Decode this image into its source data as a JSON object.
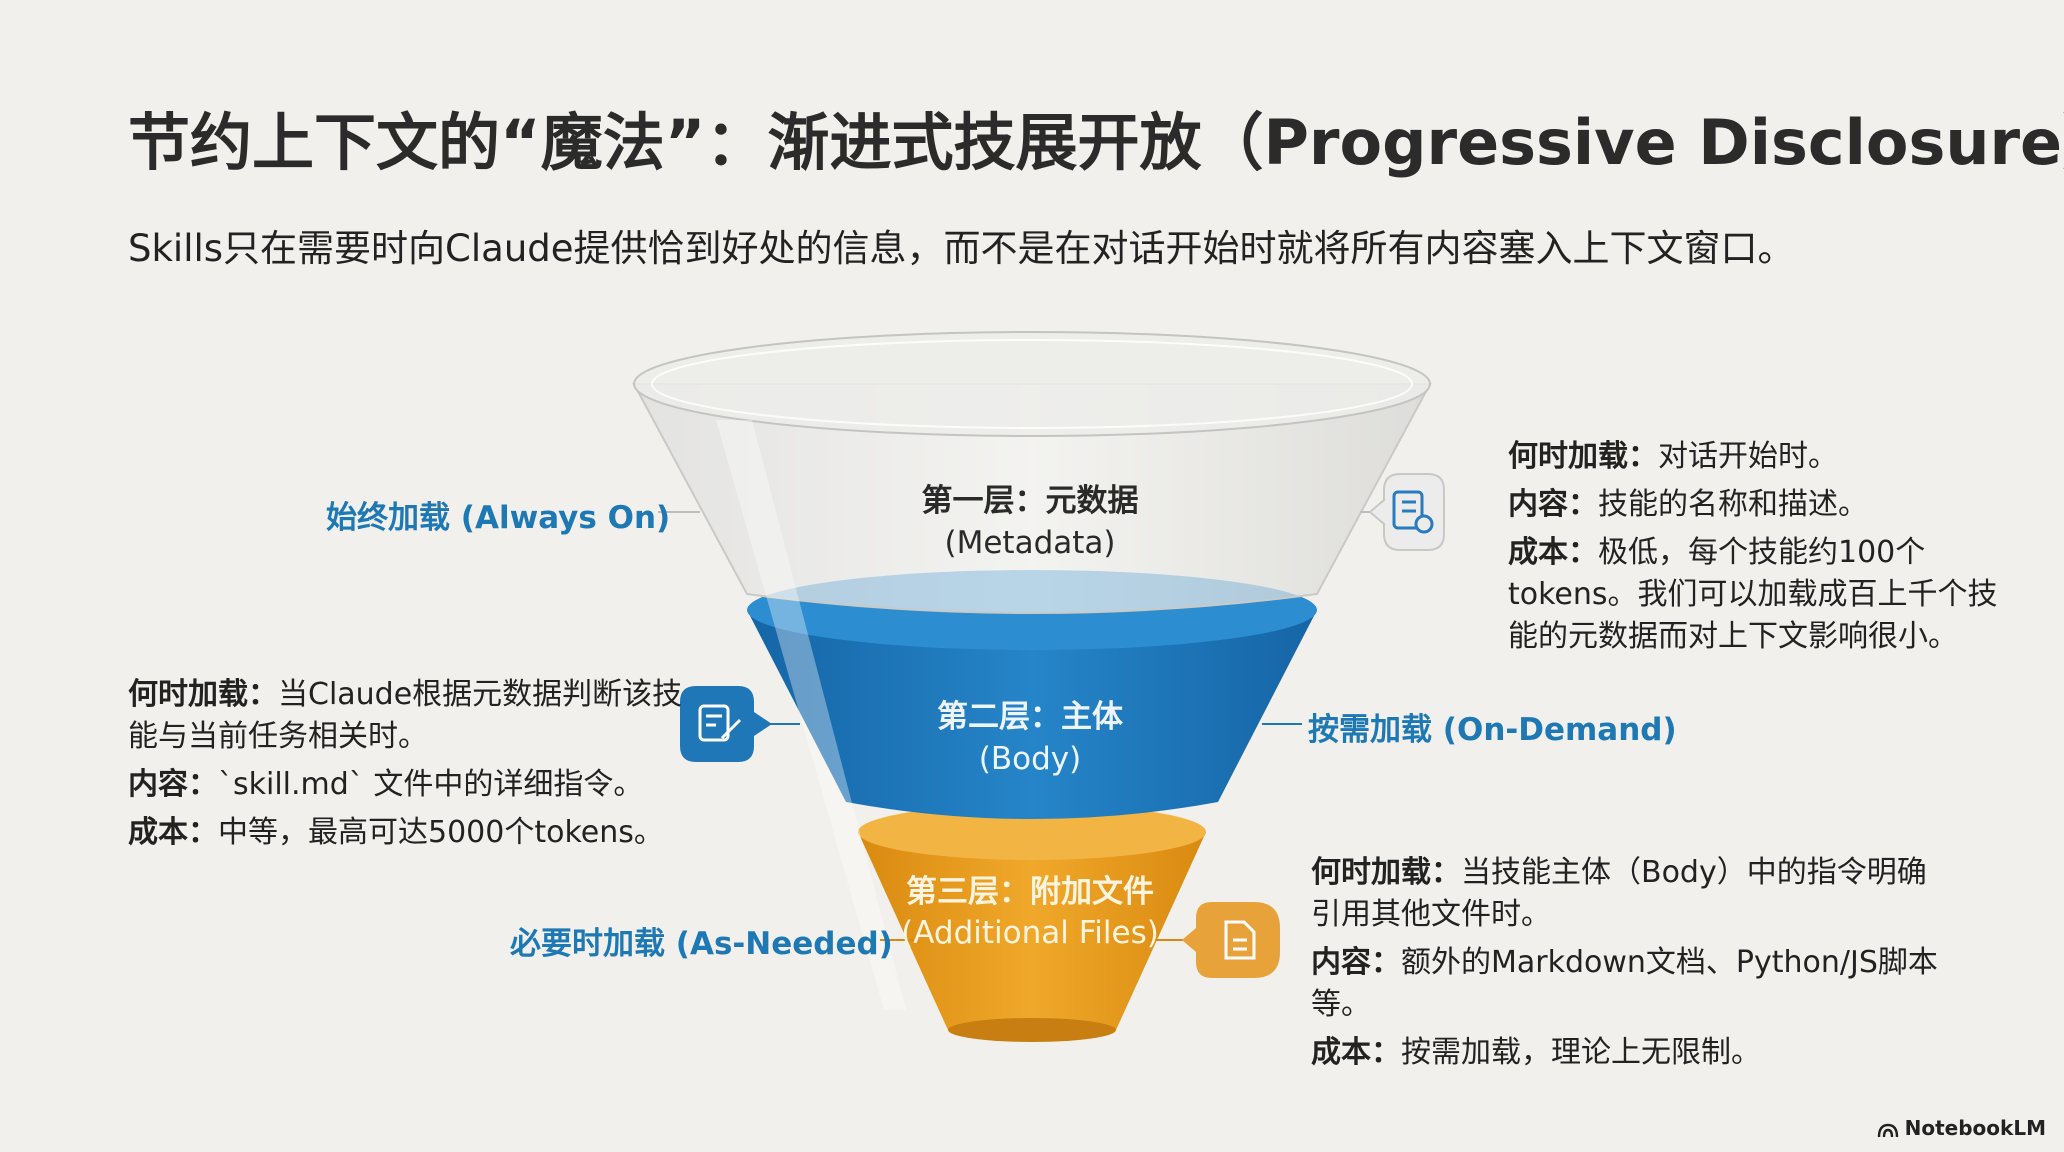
{
  "title": "节约上下文的“魔法”：渐进式技展开放（Progressive Disclosure）",
  "subtitle": "Skills只在需要时向Claude提供恰到好处的信息，而不是在对话开始时就将所有内容塞入上下文窗口。",
  "tiers": [
    {
      "title": "第一层：元数据",
      "subtitle": "(Metadata)",
      "tag": "始终加载 (Always On)",
      "icon": "document-settings-icon",
      "info": {
        "when_label": "何时加载：",
        "when": "对话开始时。",
        "content_label": "内容：",
        "content": "技能的名称和描述。",
        "cost_label": "成本：",
        "cost": "极低，每个技能约100个tokens。我们可以加载成百上千个技能的元数据而对上下文影响很小。"
      }
    },
    {
      "title": "第二层：主体",
      "subtitle": "(Body)",
      "tag": "按需加载 (On-Demand)",
      "icon": "document-edit-icon",
      "info": {
        "when_label": "何时加载：",
        "when": "当Claude根据元数据判断该技能与当前任务相关时。",
        "content_label": "内容：",
        "content": "`skill.md` 文件中的详细指令。",
        "cost_label": "成本：",
        "cost": "中等，最高可达5000个tokens。"
      }
    },
    {
      "title": "第三层：附加文件",
      "subtitle": "(Additional Files)",
      "tag": "必要时加载 (As-Needed)",
      "icon": "file-document-icon",
      "info": {
        "when_label": "何时加载：",
        "when": "当技能主体（Body）中的指令明确引用其他文件时。",
        "content_label": "内容：",
        "content": "额外的Markdown文档、Python/JS脚本等。",
        "cost_label": "成本：",
        "cost": "按需加载，理论上无限制。"
      }
    }
  ],
  "colors": {
    "tier1": "#dcdcd8",
    "tier2": "#1f77b8",
    "tier3": "#e59a1c",
    "accent_text": "#1d78b4"
  },
  "brand": "NotebookLM"
}
